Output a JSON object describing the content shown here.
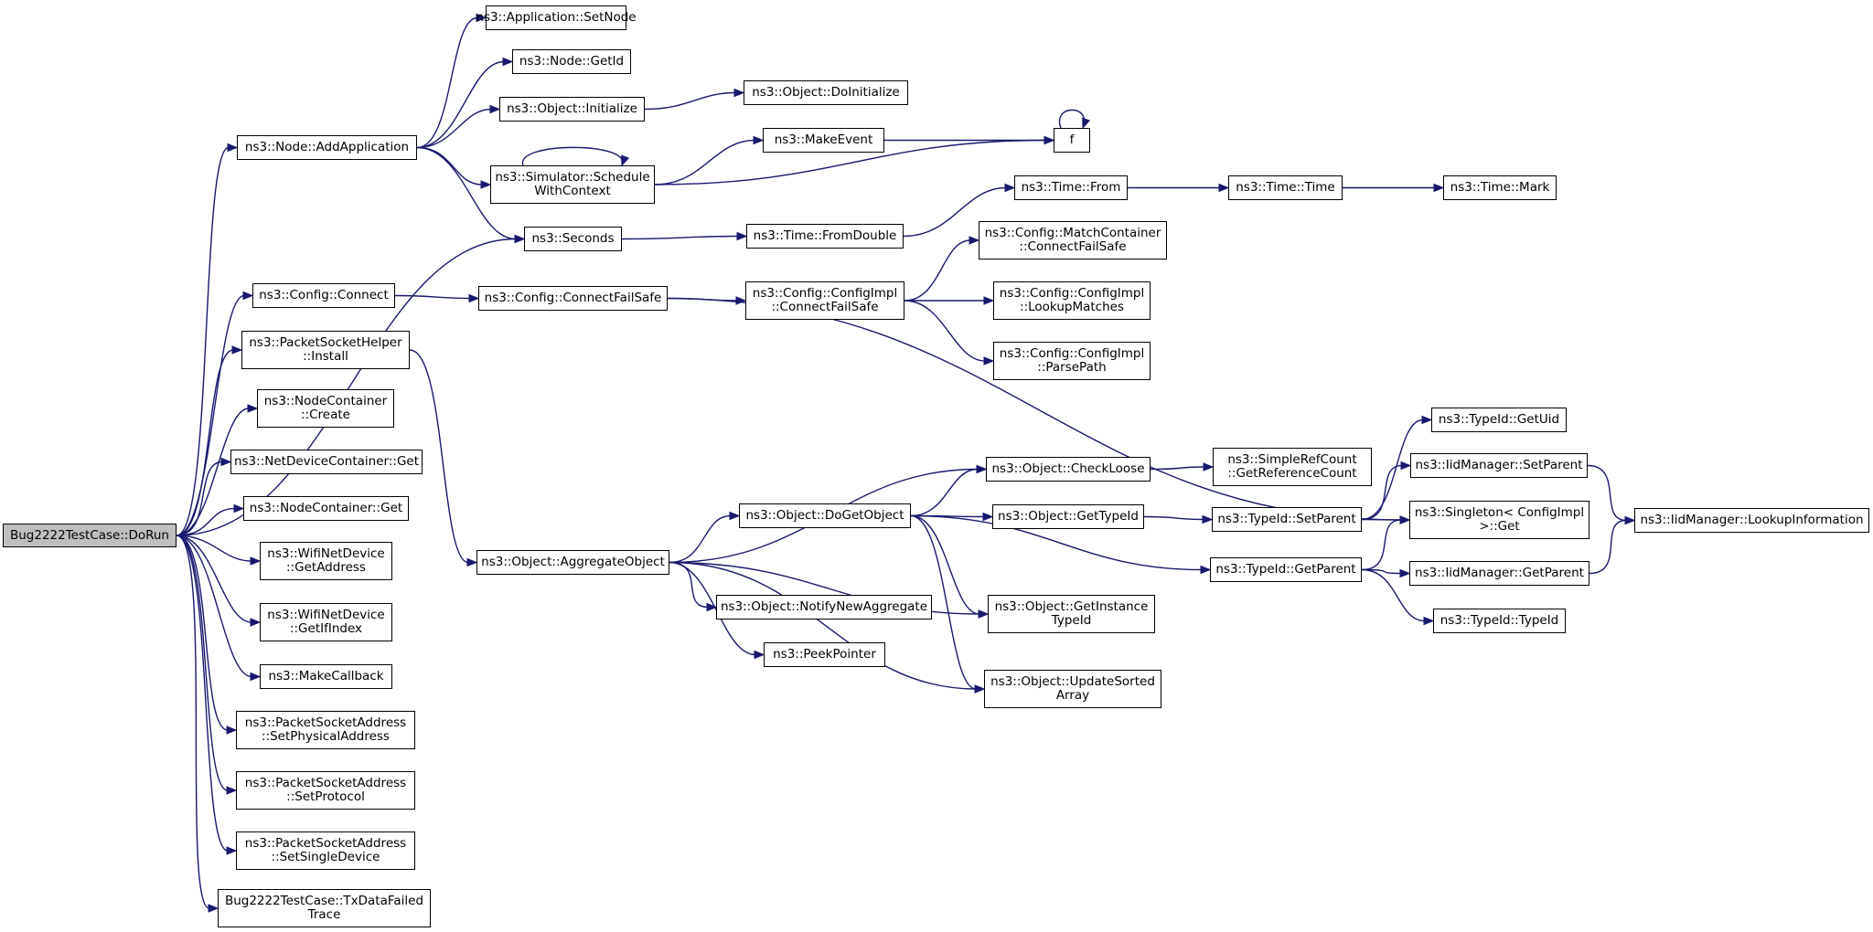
{
  "graph": {
    "root": "Bug2222TestCase::DoRun",
    "nodes": [
      {
        "id": "root",
        "label": "Bug2222TestCase::DoRun"
      },
      {
        "id": "node_addapp",
        "label": "ns3::Node::AddApplication"
      },
      {
        "id": "cfg_connect",
        "label": "ns3::Config::Connect"
      },
      {
        "id": "psh_install",
        "label": "ns3::PacketSocketHelper\n::Install"
      },
      {
        "id": "nc_create",
        "label": "ns3::NodeContainer\n::Create"
      },
      {
        "id": "ndc_get",
        "label": "ns3::NetDeviceContainer::Get"
      },
      {
        "id": "nc_get",
        "label": "ns3::NodeContainer::Get"
      },
      {
        "id": "wnd_getaddr",
        "label": "ns3::WifiNetDevice\n::GetAddress"
      },
      {
        "id": "wnd_getif",
        "label": "ns3::WifiNetDevice\n::GetIfIndex"
      },
      {
        "id": "makecallback",
        "label": "ns3::MakeCallback"
      },
      {
        "id": "psa_setphys",
        "label": "ns3::PacketSocketAddress\n::SetPhysicalAddress"
      },
      {
        "id": "psa_setproto",
        "label": "ns3::PacketSocketAddress\n::SetProtocol"
      },
      {
        "id": "psa_setsingle",
        "label": "ns3::PacketSocketAddress\n::SetSingleDevice"
      },
      {
        "id": "txdatafailed",
        "label": "Bug2222TestCase::TxDataFailed\nTrace"
      },
      {
        "id": "app_setnode",
        "label": "ns3::Application::SetNode"
      },
      {
        "id": "node_getid",
        "label": "ns3::Node::GetId"
      },
      {
        "id": "obj_init",
        "label": "ns3::Object::Initialize"
      },
      {
        "id": "sim_schedule",
        "label": "ns3::Simulator::Schedule\nWithContext"
      },
      {
        "id": "seconds",
        "label": "ns3::Seconds"
      },
      {
        "id": "cfg_cfs",
        "label": "ns3::Config::ConnectFailSafe"
      },
      {
        "id": "obj_aggregate",
        "label": "ns3::Object::AggregateObject"
      },
      {
        "id": "obj_doinit",
        "label": "ns3::Object::DoInitialize"
      },
      {
        "id": "makeevent",
        "label": "ns3::MakeEvent"
      },
      {
        "id": "f",
        "label": "f"
      },
      {
        "id": "time_from",
        "label": "ns3::Time::From"
      },
      {
        "id": "time_time",
        "label": "ns3::Time::Time"
      },
      {
        "id": "time_mark",
        "label": "ns3::Time::Mark"
      },
      {
        "id": "time_fromdouble",
        "label": "ns3::Time::FromDouble"
      },
      {
        "id": "cfgimpl_cfs",
        "label": "ns3::Config::ConfigImpl\n::ConnectFailSafe"
      },
      {
        "id": "cfg_matchcont",
        "label": "ns3::Config::MatchContainer\n::ConnectFailSafe"
      },
      {
        "id": "cfgimpl_lookup",
        "label": "ns3::Config::ConfigImpl\n::LookupMatches"
      },
      {
        "id": "cfgimpl_parse",
        "label": "ns3::Config::ConfigImpl\n::ParsePath"
      },
      {
        "id": "obj_dogetobject",
        "label": "ns3::Object::DoGetObject"
      },
      {
        "id": "obj_notify",
        "label": "ns3::Object::NotifyNewAggregate"
      },
      {
        "id": "peekpointer",
        "label": "ns3::PeekPointer"
      },
      {
        "id": "obj_checkloose",
        "label": "ns3::Object::CheckLoose"
      },
      {
        "id": "obj_gettypeid",
        "label": "ns3::Object::GetTypeId"
      },
      {
        "id": "obj_getinst",
        "label": "ns3::Object::GetInstance\nTypeId"
      },
      {
        "id": "obj_updsorted",
        "label": "ns3::Object::UpdateSorted\nArray"
      },
      {
        "id": "simplerefcount",
        "label": "ns3::SimpleRefCount\n::GetReferenceCount"
      },
      {
        "id": "typeid_setparent",
        "label": "ns3::TypeId::SetParent"
      },
      {
        "id": "typeid_getparent",
        "label": "ns3::TypeId::GetParent"
      },
      {
        "id": "typeid_getuid",
        "label": "ns3::TypeId::GetUid"
      },
      {
        "id": "iid_setparent",
        "label": "ns3::IidManager::SetParent"
      },
      {
        "id": "singleton_get",
        "label": "ns3::Singleton< ConfigImpl\n>::Get"
      },
      {
        "id": "iid_getparent",
        "label": "ns3::IidManager::GetParent"
      },
      {
        "id": "typeid_typeid",
        "label": "ns3::TypeId::TypeId"
      },
      {
        "id": "iid_lookupinfo",
        "label": "ns3::IidManager::LookupInformation"
      }
    ],
    "edges": [
      [
        "root",
        "node_addapp"
      ],
      [
        "root",
        "seconds"
      ],
      [
        "root",
        "cfg_connect"
      ],
      [
        "root",
        "psh_install"
      ],
      [
        "root",
        "nc_create"
      ],
      [
        "root",
        "ndc_get"
      ],
      [
        "root",
        "nc_get"
      ],
      [
        "root",
        "wnd_getaddr"
      ],
      [
        "root",
        "wnd_getif"
      ],
      [
        "root",
        "makecallback"
      ],
      [
        "root",
        "psa_setphys"
      ],
      [
        "root",
        "psa_setproto"
      ],
      [
        "root",
        "psa_setsingle"
      ],
      [
        "root",
        "txdatafailed"
      ],
      [
        "node_addapp",
        "app_setnode"
      ],
      [
        "node_addapp",
        "node_getid"
      ],
      [
        "node_addapp",
        "obj_init"
      ],
      [
        "node_addapp",
        "sim_schedule"
      ],
      [
        "node_addapp",
        "seconds"
      ],
      [
        "obj_init",
        "obj_doinit"
      ],
      [
        "sim_schedule",
        "sim_schedule"
      ],
      [
        "sim_schedule",
        "makeevent"
      ],
      [
        "sim_schedule",
        "f"
      ],
      [
        "makeevent",
        "f"
      ],
      [
        "f",
        "f"
      ],
      [
        "seconds",
        "time_fromdouble"
      ],
      [
        "time_fromdouble",
        "time_from"
      ],
      [
        "time_from",
        "time_time"
      ],
      [
        "time_time",
        "time_mark"
      ],
      [
        "cfg_connect",
        "cfg_cfs"
      ],
      [
        "cfg_cfs",
        "cfgimpl_cfs"
      ],
      [
        "cfg_cfs",
        "singleton_get"
      ],
      [
        "cfgimpl_cfs",
        "cfg_matchcont"
      ],
      [
        "cfgimpl_cfs",
        "cfgimpl_lookup"
      ],
      [
        "cfgimpl_cfs",
        "cfgimpl_parse"
      ],
      [
        "psh_install",
        "obj_aggregate"
      ],
      [
        "obj_aggregate",
        "obj_checkloose"
      ],
      [
        "obj_aggregate",
        "obj_dogetobject"
      ],
      [
        "obj_aggregate",
        "obj_getinst"
      ],
      [
        "obj_aggregate",
        "obj_notify"
      ],
      [
        "obj_aggregate",
        "peekpointer"
      ],
      [
        "obj_aggregate",
        "obj_updsorted"
      ],
      [
        "obj_dogetobject",
        "obj_checkloose"
      ],
      [
        "obj_dogetobject",
        "obj_gettypeid"
      ],
      [
        "obj_dogetobject",
        "typeid_getparent"
      ],
      [
        "obj_dogetobject",
        "obj_getinst"
      ],
      [
        "obj_dogetobject",
        "obj_updsorted"
      ],
      [
        "obj_checkloose",
        "simplerefcount"
      ],
      [
        "obj_gettypeid",
        "typeid_setparent"
      ],
      [
        "typeid_setparent",
        "typeid_getuid"
      ],
      [
        "typeid_setparent",
        "iid_setparent"
      ],
      [
        "typeid_setparent",
        "singleton_get"
      ],
      [
        "typeid_getparent",
        "singleton_get"
      ],
      [
        "typeid_getparent",
        "iid_getparent"
      ],
      [
        "typeid_getparent",
        "typeid_typeid"
      ],
      [
        "iid_setparent",
        "iid_lookupinfo"
      ],
      [
        "iid_getparent",
        "iid_lookupinfo"
      ]
    ]
  }
}
